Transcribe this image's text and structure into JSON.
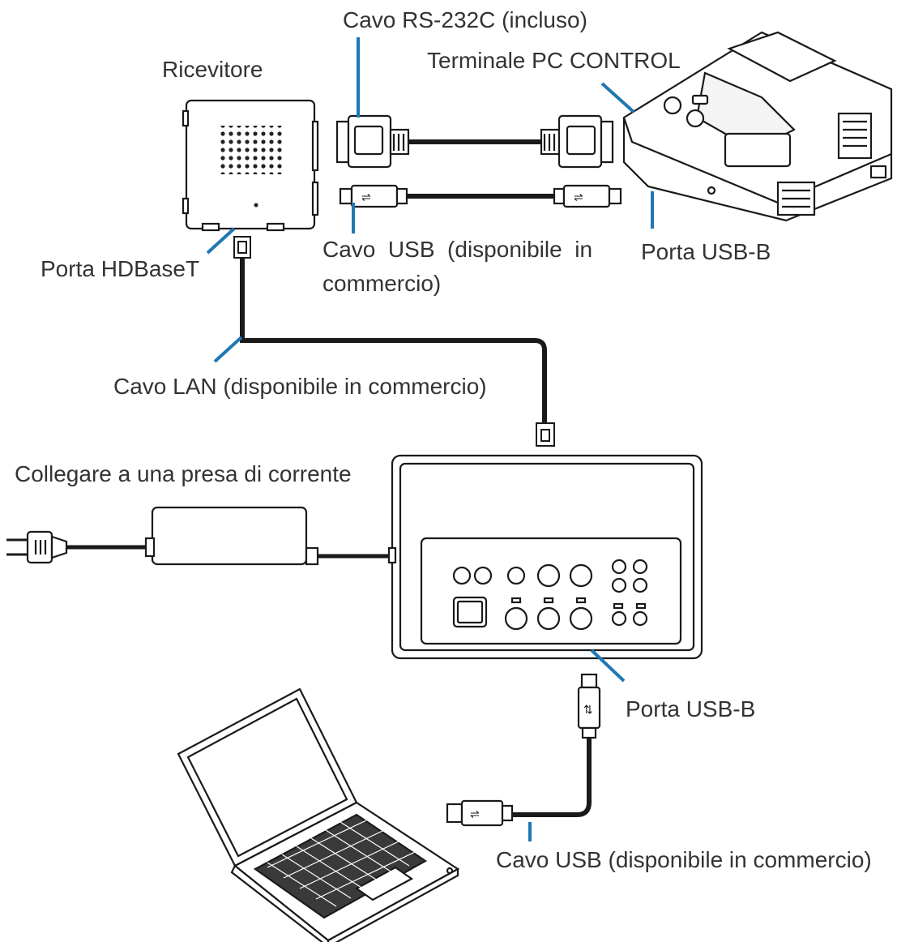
{
  "colors": {
    "leader": "#1f77b4",
    "line": "#1a1a1a",
    "text": "#333333",
    "paper": "#ffffff"
  },
  "labels": {
    "rs232c": "Cavo RS-232C (incluso)",
    "terminal_pc_control": "Terminale PC CONTROL",
    "receiver": "Ricevitore",
    "usb_cable_top_line1": "Cavo  USB  (disponibile  in",
    "usb_cable_top_line2": "commercio)",
    "usb_b_port_top": "Porta USB-B",
    "hdbaset_port": "Porta HDBaseT",
    "lan_cable": "Cavo LAN (disponibile in commercio)",
    "power_outlet": "Collegare a una presa di corrente",
    "usb_b_port_bottom": "Porta USB-B",
    "usb_cable_bottom": "Cavo USB (disponibile in commercio)"
  },
  "icons": {
    "receiver": "receiver-box-icon",
    "projector": "projector-icon",
    "transmitter": "transmitter-box-icon",
    "laptop": "laptop-icon",
    "power_adapter": "power-adapter-icon",
    "power_plug": "power-plug-icon",
    "rs232c_connector": "db9-connector-icon",
    "usb_connector": "usb-connector-icon",
    "rj45_connector": "rj45-connector-icon"
  }
}
